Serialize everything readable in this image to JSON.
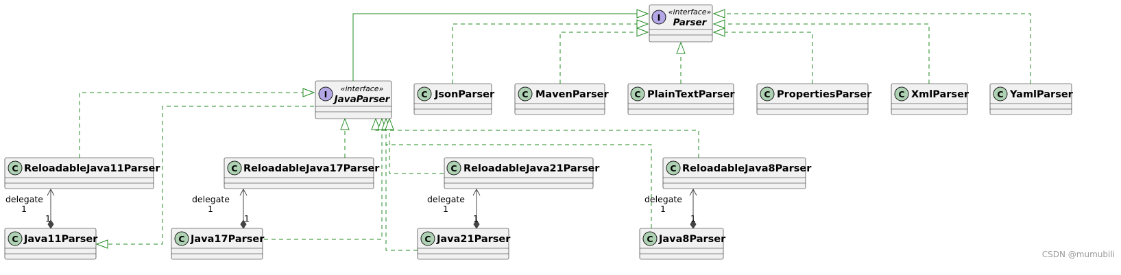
{
  "classes": {
    "parser": {
      "badge": "I",
      "stereotype": "«interface»",
      "name": "Parser"
    },
    "javaparser": {
      "badge": "I",
      "stereotype": "«interface»",
      "name": "JavaParser"
    },
    "json": {
      "badge": "C",
      "name": "JsonParser"
    },
    "maven": {
      "badge": "C",
      "name": "MavenParser"
    },
    "plaintext": {
      "badge": "C",
      "name": "PlainTextParser"
    },
    "properties": {
      "badge": "C",
      "name": "PropertiesParser"
    },
    "xml": {
      "badge": "C",
      "name": "XmlParser"
    },
    "yaml": {
      "badge": "C",
      "name": "YamlParser"
    },
    "rj11": {
      "badge": "C",
      "name": "ReloadableJava11Parser"
    },
    "rj17": {
      "badge": "C",
      "name": "ReloadableJava17Parser"
    },
    "rj21": {
      "badge": "C",
      "name": "ReloadableJava21Parser"
    },
    "rj8": {
      "badge": "C",
      "name": "ReloadableJava8Parser"
    },
    "j11": {
      "badge": "C",
      "name": "Java11Parser"
    },
    "j17": {
      "badge": "C",
      "name": "Java17Parser"
    },
    "j21": {
      "badge": "C",
      "name": "Java21Parser"
    },
    "j8": {
      "badge": "C",
      "name": "Java8Parser"
    }
  },
  "relation_labels": {
    "delegate": "delegate",
    "delegate_multiplicity": "1",
    "target_multiplicity": "1"
  },
  "watermark": "CSDN @mumubili",
  "colors": {
    "class_fill": "#F1F1F1",
    "class_badge": "#ADD1B2",
    "interface_badge": "#B4A7E5",
    "realization_line": "#228B22",
    "composition_line": "#444444"
  }
}
